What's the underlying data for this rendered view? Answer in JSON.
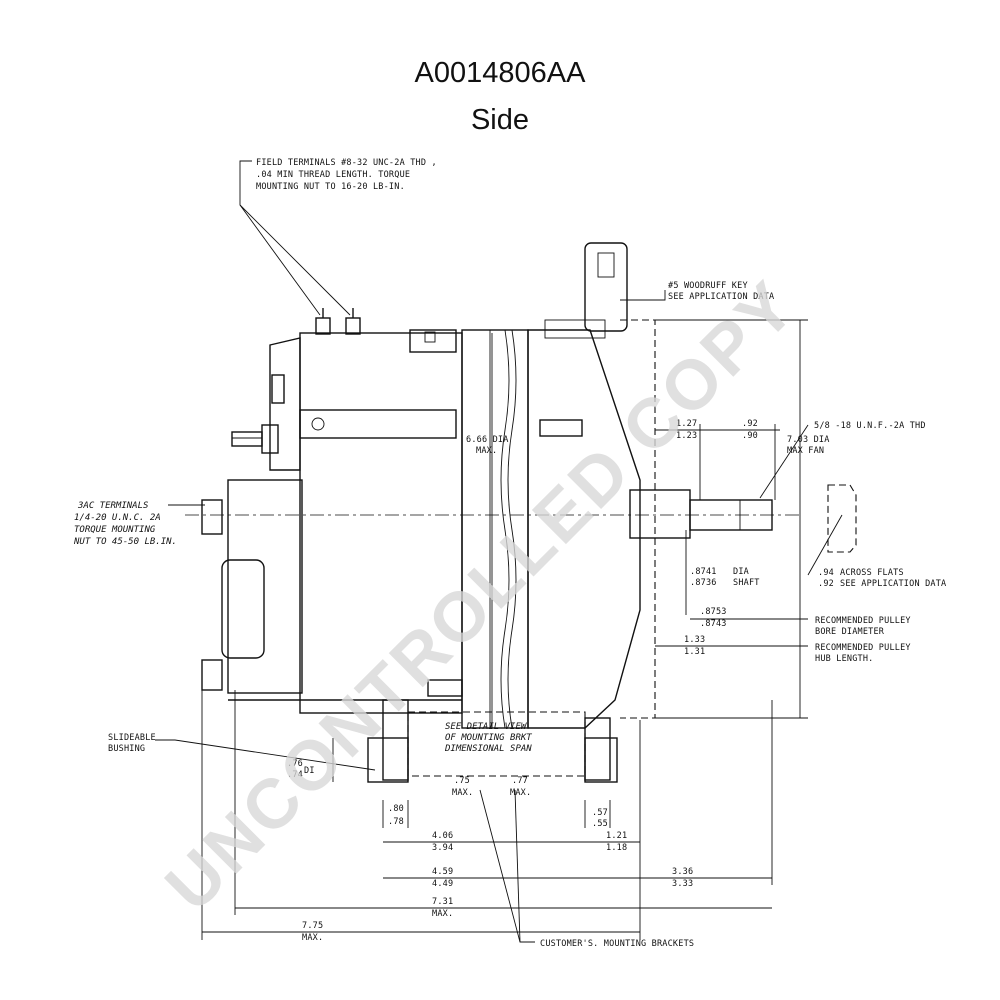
{
  "header": {
    "title": "A0014806AA",
    "subtitle": "Side"
  },
  "watermark": "UNCONTROLLED COPY",
  "callouts": {
    "field_terminals": [
      "FIELD TERMINALS #8-32 UNC-2A THD ,",
      ".04 MIN THREAD LENGTH. TORQUE",
      "MOUNTING NUT TO 16-20 LB-IN."
    ],
    "ac_terminals": [
      "3AC TERMINALS",
      "1/4-20 U.N.C. 2A",
      "TORQUE MOUNTING",
      "NUT TO 45-50 LB.IN."
    ],
    "woodruff_key": [
      "#5 WOODRUFF KEY",
      "SEE APPLICATION DATA"
    ],
    "fan_dia": [
      "7.03 DIA",
      "MAX FAN"
    ],
    "body_dia": [
      "6.66 DIA",
      "MAX."
    ],
    "thread": "5/8 -18 U.N.F.-2A THD",
    "across_flats": {
      "upper": ".94",
      "lower": ".92",
      "text": [
        "ACROSS FLATS",
        "SEE APPLICATION DATA"
      ]
    },
    "shaft_dia": {
      "upper": ".8741",
      "lower": ".8736",
      "text": [
        "DIA",
        "SHAFT"
      ]
    },
    "pulley_bore": {
      "upper": ".8753",
      "lower": ".8743",
      "text": [
        "RECOMMENDED PULLEY",
        "BORE DIAMETER"
      ]
    },
    "pulley_hub": {
      "upper": "1.33",
      "lower": "1.31",
      "text": [
        "RECOMMENDED PULLEY",
        "HUB LENGTH."
      ]
    },
    "slideable_bushing": [
      "SLIDEABLE",
      "BUSHING"
    ],
    "detail_view": [
      "SEE DETAIL VIEW",
      "OF MOUNTING BRKT",
      "DIMENSIONAL SPAN"
    ],
    "customers_brackets": "CUSTOMER'S. MOUNTING BRACKETS"
  },
  "dimensions": {
    "d_127": [
      "1.27",
      "1.23"
    ],
    "d_92": [
      ".92",
      ".90"
    ],
    "d_76": [
      ".76",
      ".74"
    ],
    "d_80": [
      ".80",
      ".78"
    ],
    "d_57": [
      ".57",
      ".55"
    ],
    "d_75": [
      ".75",
      "MAX."
    ],
    "d_77": [
      ".77",
      "MAX."
    ],
    "d_406": [
      "4.06",
      "3.94"
    ],
    "d_121": [
      "1.21",
      "1.18"
    ],
    "d_459": [
      "4.59",
      "4.49"
    ],
    "d_336": [
      "3.36",
      "3.33"
    ],
    "d_731": [
      "7.31",
      "MAX."
    ],
    "d_775": [
      "7.75",
      "MAX."
    ],
    "di_suffix": "DI"
  }
}
